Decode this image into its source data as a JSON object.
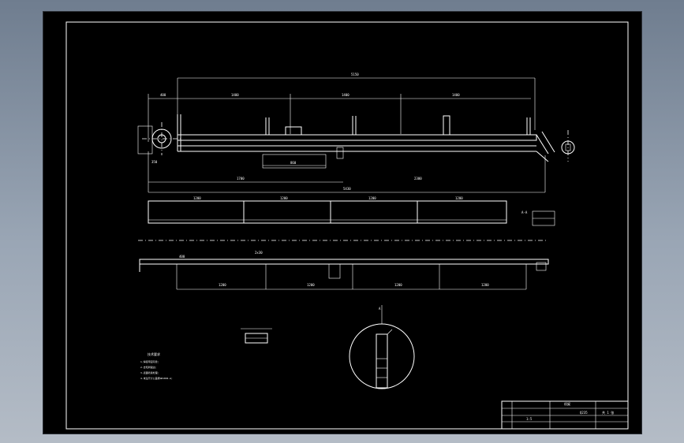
{
  "drawing": {
    "background": "#000000",
    "line_color": "#ffffff",
    "top_view": {
      "overall_dimension": "5150",
      "segment_dimensions": [
        "1400",
        "1400",
        "1400"
      ],
      "left_offset": "400",
      "bottom_overall": "5430",
      "bottom_left": "1700",
      "bottom_mid": "860",
      "bottom_right": "2300",
      "side_label": "350"
    },
    "middle_bar": {
      "segments": [
        "1200",
        "1200",
        "1200",
        "1200"
      ],
      "end_label": "A-A"
    },
    "lower_bar": {
      "segments": [
        "1200",
        "1200",
        "1200",
        "1200"
      ],
      "tag_left": "400",
      "tag_mid": "2x30"
    },
    "section_label": "A",
    "notes": {
      "title": "技术要求",
      "lines": [
        "1.焊接牢固可靠;",
        "2.去毛刺锐边;",
        "3.表面喷漆处理;",
        "4.未注尺寸公差按GB1804-m;"
      ]
    },
    "title_block": {
      "name": "机架",
      "material": "Q235",
      "scale": "1:5",
      "sheet": "共 1 张"
    }
  }
}
